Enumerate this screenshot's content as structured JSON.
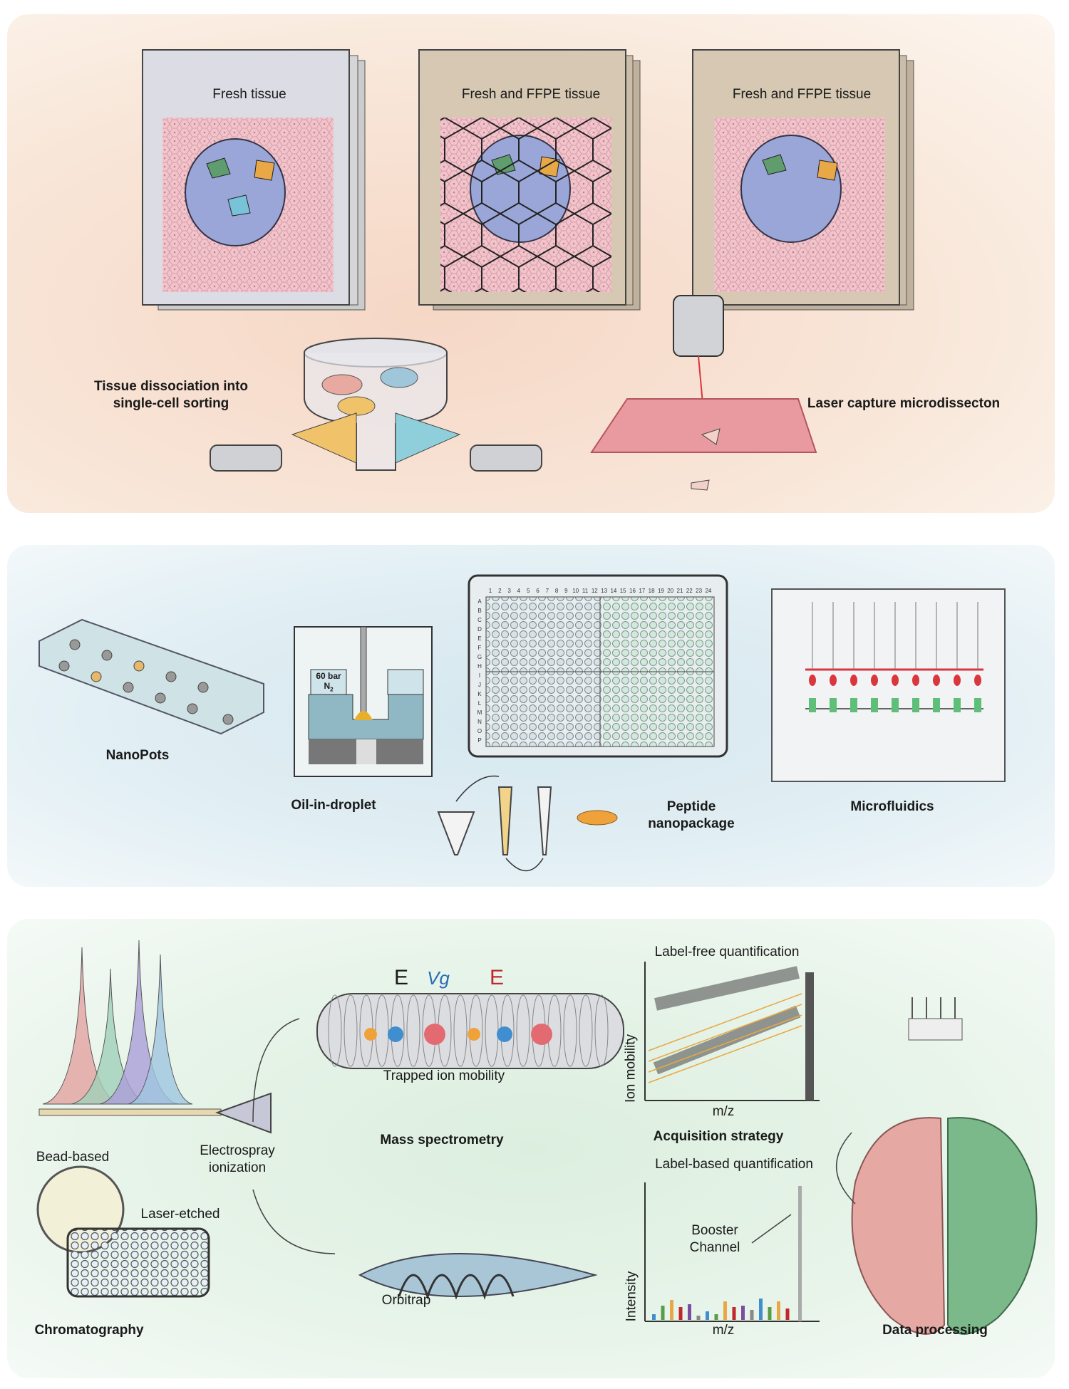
{
  "panel1": {
    "frames": [
      "Fresh tissue",
      "Fresh and FFPE tissue",
      "Fresh and FFPE tissue"
    ],
    "dissociation_label": "Tissue dissociation into single-cell sorting",
    "dissociation_line1": "Tissue dissociation into",
    "dissociation_line2": "single-cell sorting",
    "lcm_label": "Laser capture microdissecton"
  },
  "panel2": {
    "nanopots": "NanoPots",
    "oil_in_droplet": "Oil-in-droplet",
    "pressure_label": "60 bar",
    "gas_label": "N",
    "gas_subscript": "2",
    "peptide_line1": "Peptide",
    "peptide_line2": "nanopackage",
    "microfluidics": "Microfluidics",
    "plate_columns": [
      "1",
      "2",
      "3",
      "4",
      "5",
      "6",
      "7",
      "8",
      "9",
      "10",
      "11",
      "12",
      "13",
      "14",
      "15",
      "16",
      "17",
      "18",
      "19",
      "20",
      "21",
      "22",
      "23",
      "24"
    ],
    "plate_rows": [
      "A",
      "B",
      "C",
      "D",
      "E",
      "F",
      "G",
      "H",
      "I",
      "J",
      "K",
      "L",
      "M",
      "N",
      "O",
      "P"
    ]
  },
  "panel3": {
    "field_e": "E",
    "field_vg": "Vg",
    "field_e2": "E",
    "trapped_ion_mobility": "Trapped ion mobility",
    "mass_spectrometry": "Mass spectrometry",
    "electrospray_line1": "Electrospray",
    "electrospray_line2": "ionization",
    "bead_based": "Bead-based",
    "laser_etched": "Laser-etched",
    "chromatography": "Chromatography",
    "orbitrap": "Orbitrap",
    "label_free": "Label-free quantification",
    "ion_mobility_axis": "Ion mobility",
    "mz_axis_1": "m/z",
    "acquisition_strategy": "Acquisition strategy",
    "label_based": "Label-based quantification",
    "booster_line1": "Booster",
    "booster_line2": "Channel",
    "intensity_axis": "Intensity",
    "mz_axis_2": "m/z",
    "data_processing": "Data processing"
  },
  "colors": {
    "tissue_pink": "#f1c4cc",
    "tumor_blue": "#9aa6d8",
    "cell_green": "#5f9d6e",
    "cell_orange": "#e8a845",
    "laser_red": "#d9363e",
    "accent_orange": "#f0a23a"
  }
}
